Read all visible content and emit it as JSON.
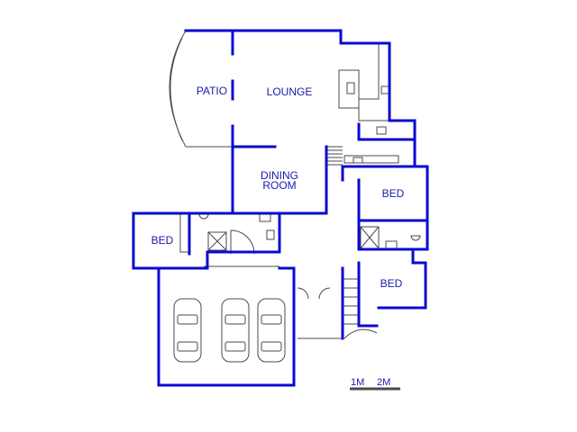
{
  "rooms": {
    "patio": "PATIO",
    "lounge": "LOUNGE",
    "dining_line1": "DINING",
    "dining_line2": "ROOM",
    "bed_left": "BED",
    "bed_upper_right": "BED",
    "bed_lower_right": "BED"
  },
  "scale_bar": {
    "label_1": "1M",
    "label_2": "2M"
  },
  "colors": {
    "wall": "#0a0ad0",
    "fixture": "#4a4a4a",
    "label": "#1a1aa8"
  }
}
